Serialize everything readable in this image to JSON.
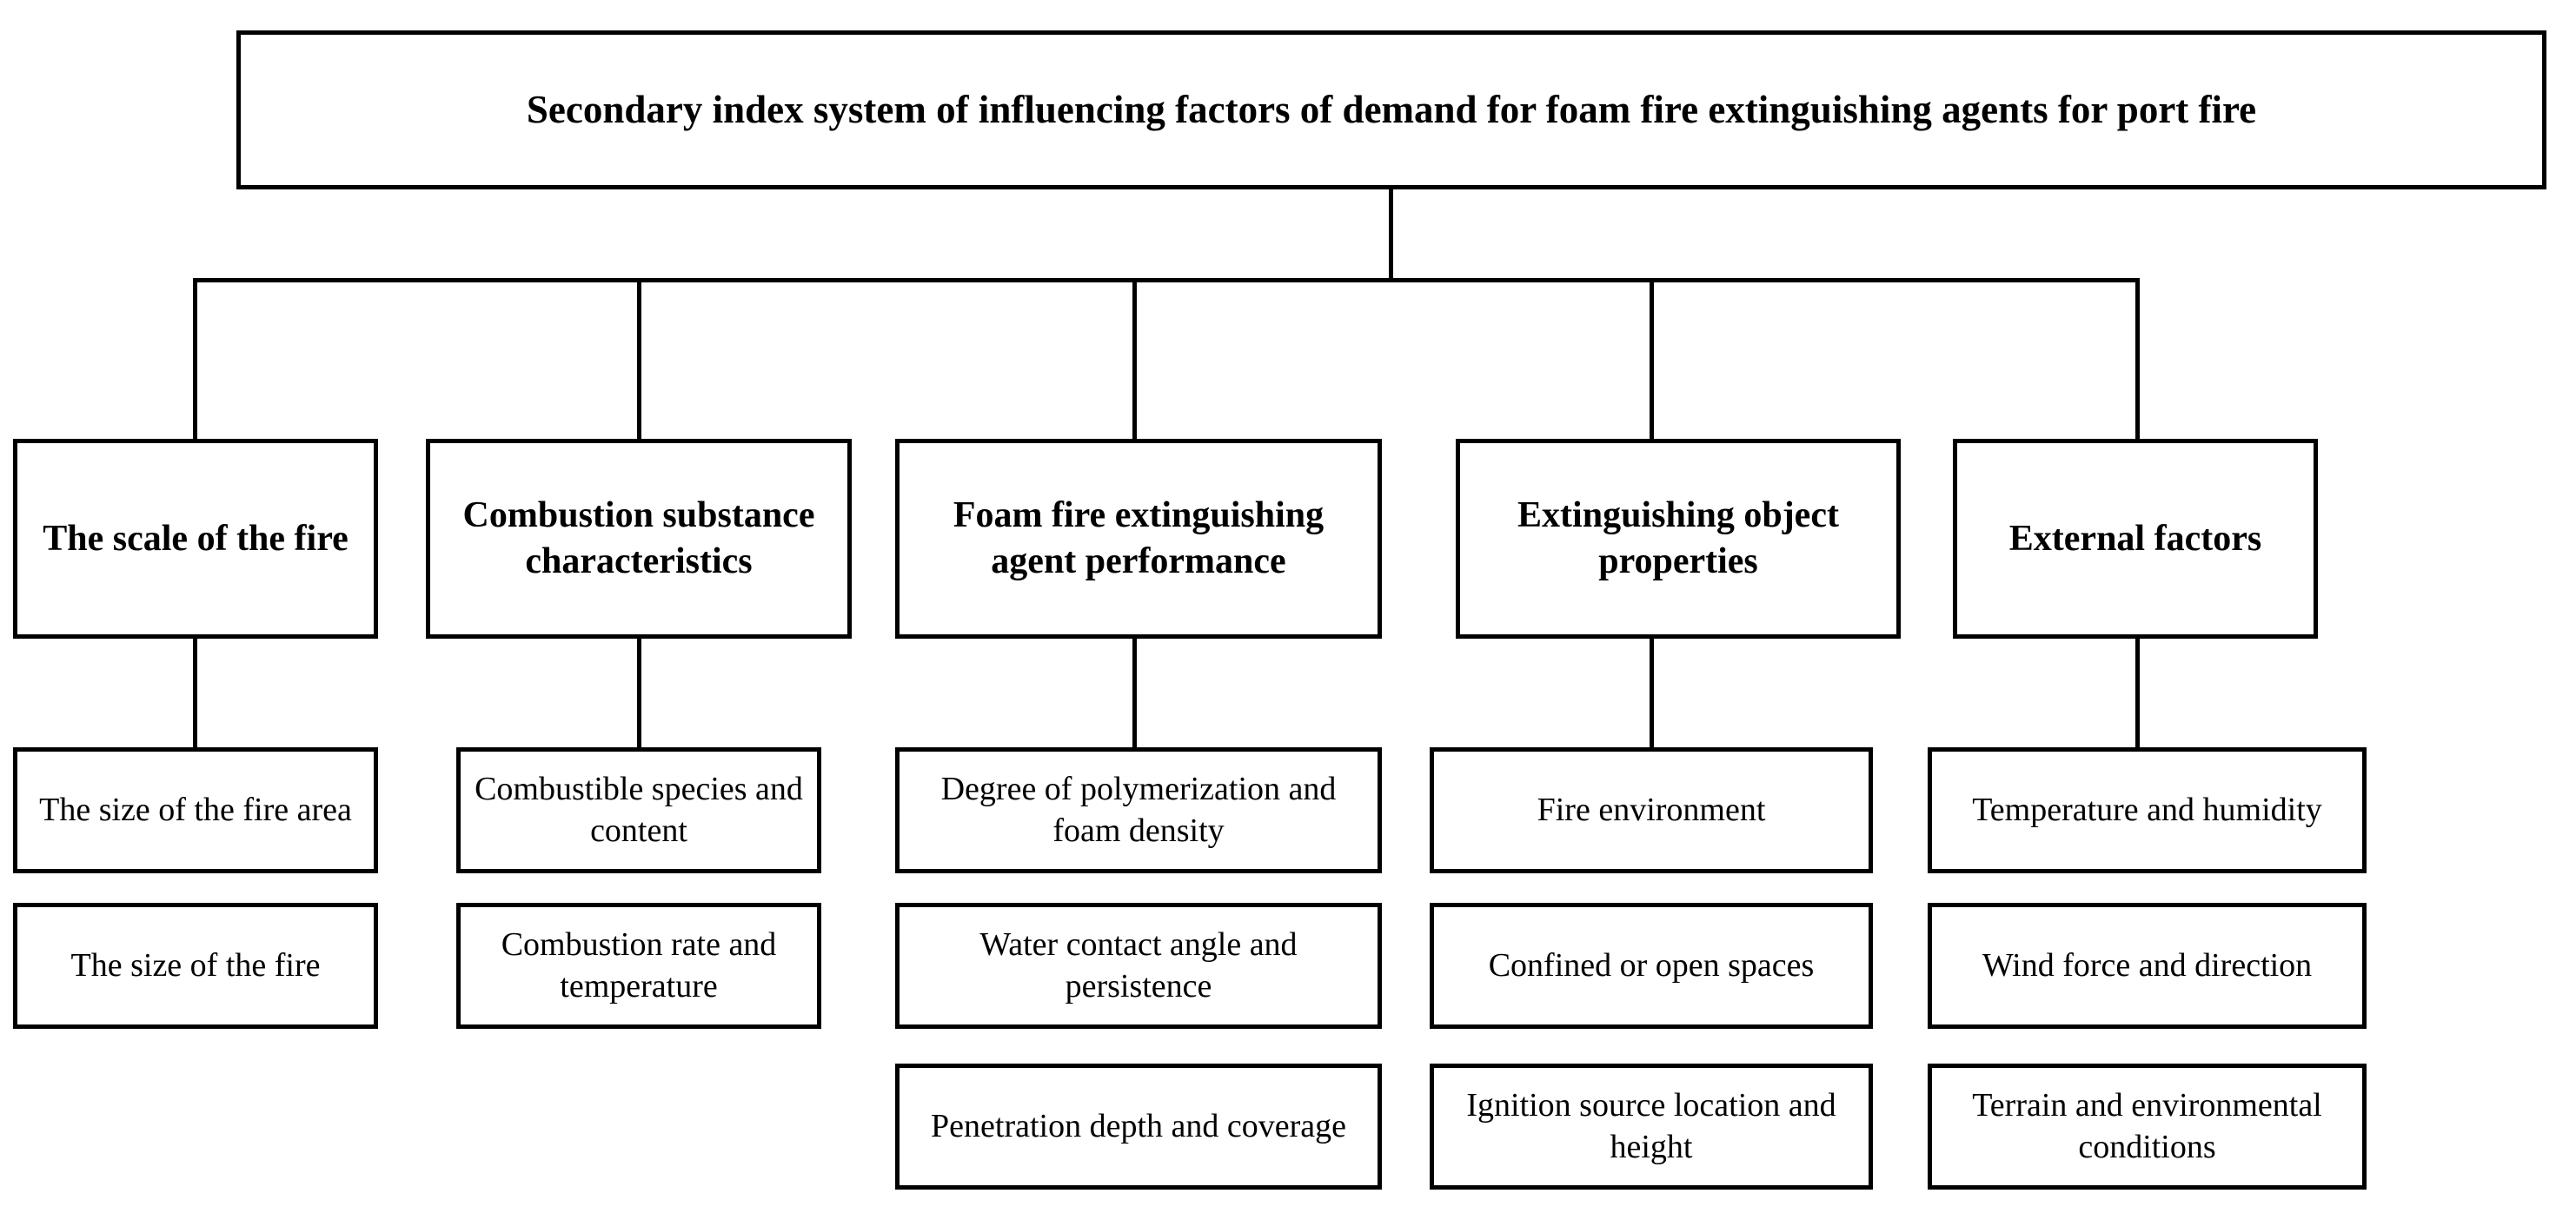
{
  "diagram": {
    "type": "hierarchy-tree",
    "orientation": "top-down",
    "levels": 3,
    "line_color": "#000000",
    "box_border_color": "#000000",
    "box_fill_color": "#ffffff",
    "background_color": "#ffffff",
    "root": {
      "label": "Secondary index system of influencing factors of demand for foam fire extinguishing agents for port fire"
    },
    "branches": [
      {
        "label": "The scale of the fire",
        "children": [
          {
            "label": "The size of the fire area"
          },
          {
            "label": "The size of the fire"
          }
        ]
      },
      {
        "label": "Combustion substance characteristics",
        "children": [
          {
            "label": "Combustible species and content"
          },
          {
            "label": "Combustion rate and temperature"
          }
        ]
      },
      {
        "label": "Foam fire extinguishing agent performance",
        "children": [
          {
            "label": "Degree of polymerization and foam density"
          },
          {
            "label": "Water contact angle and persistence"
          },
          {
            "label": "Penetration depth and coverage"
          }
        ]
      },
      {
        "label": "Extinguishing object properties",
        "children": [
          {
            "label": "Fire environment"
          },
          {
            "label": "Confined or open spaces"
          },
          {
            "label": "Ignition source location and height"
          }
        ]
      },
      {
        "label": "External factors",
        "children": [
          {
            "label": "Temperature and humidity"
          },
          {
            "label": "Wind force and direction"
          },
          {
            "label": "Terrain and environmental conditions"
          }
        ]
      }
    ]
  }
}
